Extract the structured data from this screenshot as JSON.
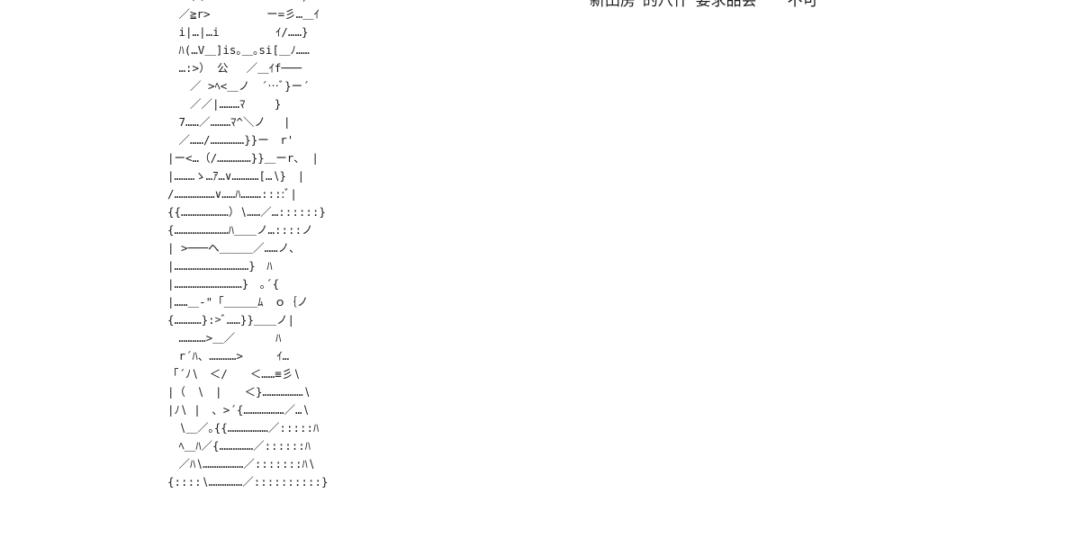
{
  "page": {
    "background": "#ffffff",
    "text_color": "#1c1c1c",
    "description": "White page containing a large Japanese-style ASCII art figure, clipped at the top edge, with a partially clipped line of CJK text in the upper right."
  },
  "caption": {
    "text": "新田房\"的八什\"要求品会　一不可"
  },
  "ascii_art": {
    "lines": [
      "丶──人 ﾊ\"\"　 ´　　 \"\"ﾞ)ﾉ….「´￣",
      "　／≧r>　　　　　ー=彡…＿ｲ",
      "　i|…|…i　　　　　ｲ/……}",
      "　ﾊ(…V＿]is｡＿｡si[＿ﾉ……",
      "　…:>） 公　 ／＿ｲf───",
      "　　／ >ﾍ<＿ノ　´…ﾞ}ー´",
      "　　／／|………ﾏ　　 }",
      "　7……／………ﾏ^＼ノ　 |",
      "　／……/……………}}ー　r'",
      "|ー<…（/……………}}＿ーr、 |",
      "|………ゝ…ｱ…∨…………[…∖}　|",
      "/………………∨……ﾊ………::::ﾞ|",
      "{{…………………）∖……／…::::::}",
      "{……………………ﾊ＿＿ノ…::::ノ",
      "| >───ヘ＿＿＿／……ノ、",
      "|……………………………}　ﾊ",
      "|…………………………}　｡´{",
      "|……＿‐\"「＿＿＿ﾑ　ｏ｛ノ",
      "{…………}:>ﾞ……}}＿＿ノ|",
      "　…………>＿／　　　 ﾊ",
      "　r´ﾊ、…………>　　　ｲ…",
      "「´ﾉ∖　＜/　　＜……≡彡∖",
      "|（　∖　|　　＜}………………∖",
      "|ﾉ∖ |　、>´{………………／…∖",
      "　∖＿／｡{{………………／:::::ﾊ",
      "　ﾍ＿ﾊ／{……………／::::::ﾊ",
      "　／ﾊ∖………………／:::::::ﾊ∖",
      "{::::∖……………／::::::::::}"
    ]
  }
}
